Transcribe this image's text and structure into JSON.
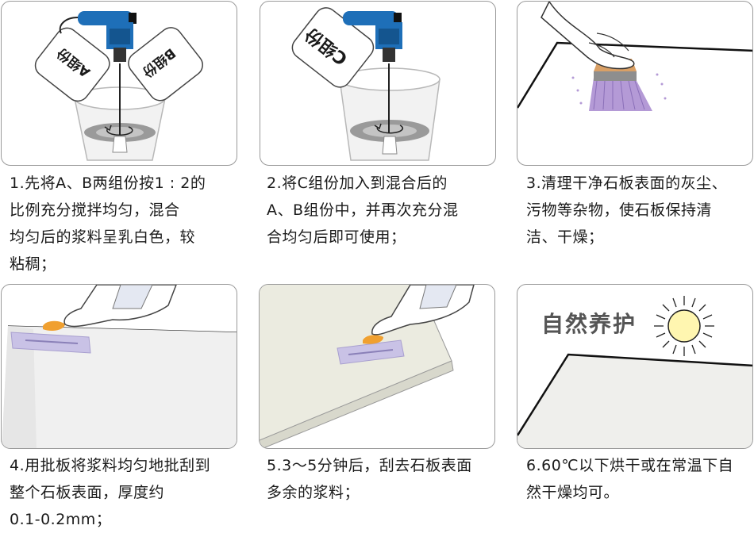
{
  "steps": [
    {
      "lines": [
        "1.先将A、B两组份按1 : 2的",
        "比例充分搅拌均匀，混合",
        "均匀后的浆料呈乳白色，较",
        "粘稠；"
      ]
    },
    {
      "lines": [
        "2.将C组份加入到混合后的",
        "A、B组份中，并再次充分混",
        "合均匀后即可使用；"
      ]
    },
    {
      "lines": [
        "3.清理干净石板表面的灰尘、",
        "污物等杂物，使石板保持清",
        "洁、干燥；"
      ]
    },
    {
      "lines": [
        "4.用批板将浆料均匀地批刮到",
        "整个石板表面，厚度约",
        "0.1-0.2mm；"
      ]
    },
    {
      "lines": [
        "5.3～5分钟后，刮去石板表面",
        "多余的浆料；"
      ]
    },
    {
      "lines": [
        "6.60℃以下烘干或在常温下自",
        "然干燥均可。"
      ]
    }
  ],
  "illustrations": {
    "bag_a_label": "A组份",
    "bag_b_label": "B组份",
    "bag_c_label": "C组份",
    "curing_title": "自然养护"
  },
  "colors": {
    "border": "#9a9a9a",
    "drill_blue": "#1e6fb8",
    "brush_bristle": "#b49ad6",
    "trowel_purple": "#c9c2e6",
    "handle_orange": "#f0a030",
    "sun_yellow": "#fff6b0"
  }
}
